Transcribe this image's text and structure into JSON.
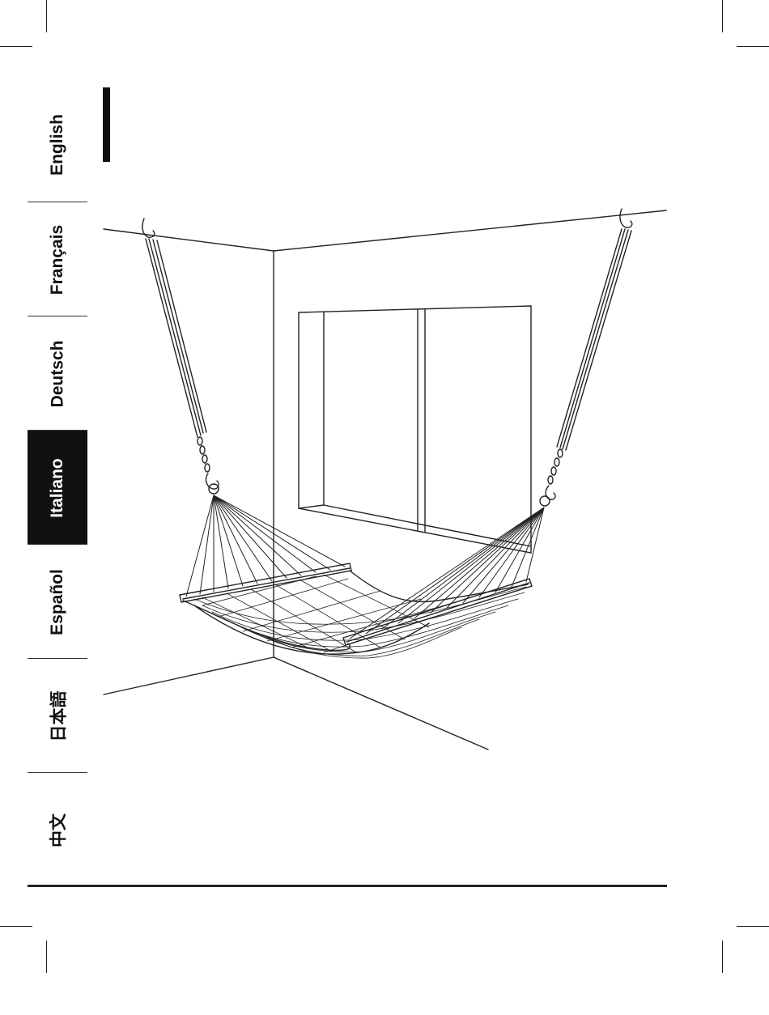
{
  "language_tabs": [
    {
      "label": "English",
      "active": false
    },
    {
      "label": "Français",
      "active": false
    },
    {
      "label": "Deutsch",
      "active": false
    },
    {
      "label": "Italiano",
      "active": true
    },
    {
      "label": "Español",
      "active": false
    },
    {
      "label": "日本語",
      "active": false
    },
    {
      "label": "中文",
      "active": false
    }
  ],
  "colors": {
    "ink": "#111111",
    "active_tab_bg": "#111111",
    "active_tab_text": "#ffffff",
    "background": "#ffffff"
  },
  "illustration": {
    "subject": "hammock-hanging-in-room-corner"
  }
}
